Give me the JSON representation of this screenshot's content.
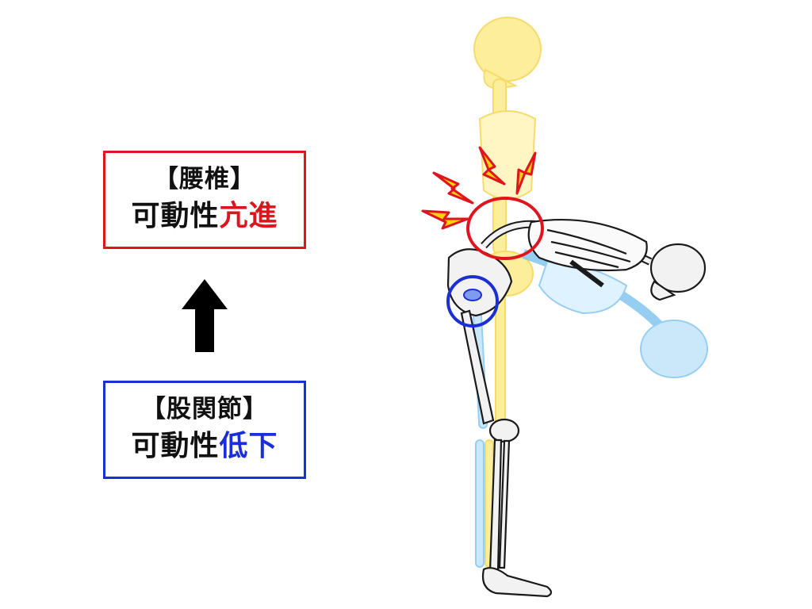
{
  "top_box": {
    "title": "【腰椎】",
    "prefix": "可動性",
    "highlight": "亢進",
    "highlight_color": "#e0141e",
    "border_color": "#e0141e"
  },
  "bottom_box": {
    "title": "【股関節】",
    "prefix": "可動性",
    "highlight": "低下",
    "highlight_color": "#1a2fd6",
    "border_color": "#1a2fd6"
  },
  "arrow": {
    "direction": "up",
    "color": "#000000"
  },
  "illustration": {
    "subject": "skeleton-forward-bend",
    "ghost_upright_color": "#fde97a",
    "ghost_bent_color": "#9fd3f5",
    "lumbar_marker_color": "#e0141e",
    "hip_marker_color": "#1a2fd6",
    "pain_bolt_color": "#ffd400"
  }
}
